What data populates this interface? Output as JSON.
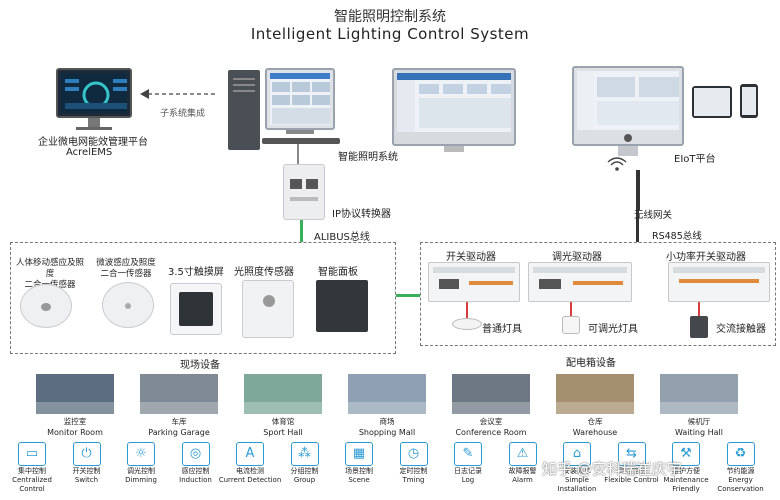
{
  "header": {
    "title_cn": "智能照明控制系统",
    "title_en": "Intelligent Lighting Control System"
  },
  "top": {
    "ems_label_cn": "企业微电网能效管理平台",
    "ems_label_en": "AcrelEMS",
    "subsystem_label": "子系统集成",
    "center_label": "智能照明系统",
    "eiot_label": "EIoT平台"
  },
  "middle": {
    "ip_converter": "IP协议转换器",
    "alibus": "ALIBUS总线",
    "wireless_gateway": "无线网关",
    "rs485": "RS485总线"
  },
  "field": {
    "section_label": "现场设备",
    "devices": [
      {
        "label": "人体移动感应及照度\n二合一传感器"
      },
      {
        "label": "微波感应及照度\n二合一传感器"
      },
      {
        "label": "3.5寸触摸屏"
      },
      {
        "label": "光照度传感器"
      },
      {
        "label": "智能面板"
      }
    ]
  },
  "cabinet": {
    "section_label": "配电箱设备",
    "drivers": [
      {
        "label": "开关驱动器",
        "load": "普通灯具"
      },
      {
        "label": "调光驱动器",
        "load": "可调光灯具"
      },
      {
        "label": "小功率开关驱动器",
        "load": "交流接触器"
      }
    ]
  },
  "scenes": [
    {
      "cn": "监控室",
      "en": "Monitor Room"
    },
    {
      "cn": "车库",
      "en": "Parking Garage"
    },
    {
      "cn": "体育馆",
      "en": "Sport Hall"
    },
    {
      "cn": "商场",
      "en": "Shopping Mall"
    },
    {
      "cn": "会议室",
      "en": "Conference Room"
    },
    {
      "cn": "仓库",
      "en": "Warehouse"
    },
    {
      "cn": "候机厅",
      "en": "Waiting Hall"
    }
  ],
  "features": [
    {
      "cn": "集中控制",
      "en": "Centralized\nControl",
      "icon": "monitor-icon",
      "glyph": "▭"
    },
    {
      "cn": "开关控制",
      "en": "Switch",
      "icon": "switch-icon",
      "glyph": "⏻"
    },
    {
      "cn": "调光控制",
      "en": "Dimming",
      "icon": "dimming-icon",
      "glyph": "☼"
    },
    {
      "cn": "感应控制",
      "en": "Induction",
      "icon": "induction-icon",
      "glyph": "◎"
    },
    {
      "cn": "电流检测",
      "en": "Current Detection",
      "icon": "current-icon",
      "glyph": "A"
    },
    {
      "cn": "分组控制",
      "en": "Group",
      "icon": "group-icon",
      "glyph": "⁂"
    },
    {
      "cn": "场景控制",
      "en": "Scene",
      "icon": "scene-icon",
      "glyph": "▦"
    },
    {
      "cn": "定时控制",
      "en": "Tming",
      "icon": "timer-icon",
      "glyph": "◷"
    },
    {
      "cn": "日志记录",
      "en": "Log",
      "icon": "log-icon",
      "glyph": "✎"
    },
    {
      "cn": "故障报警",
      "en": "Alarm",
      "icon": "alarm-icon",
      "glyph": "⚠"
    },
    {
      "cn": "安装简单",
      "en": "Simple Installation",
      "icon": "install-icon",
      "glyph": "⌂"
    },
    {
      "cn": "灵活控制",
      "en": "Flexible Control",
      "icon": "flexible-icon",
      "glyph": "⇆"
    },
    {
      "cn": "维护方便",
      "en": "Maintenance\nFriendly",
      "icon": "maintenance-icon",
      "glyph": "⚒"
    },
    {
      "cn": "节约能源",
      "en": "Energy\nConservation",
      "icon": "energy-icon",
      "glyph": "♻"
    }
  ],
  "watermark": "知乎 @安科瑞崔庆宇",
  "colors": {
    "bus_green": "#3ab05a",
    "icon_blue": "#2a9ad4",
    "bus_dark": "#333333"
  }
}
